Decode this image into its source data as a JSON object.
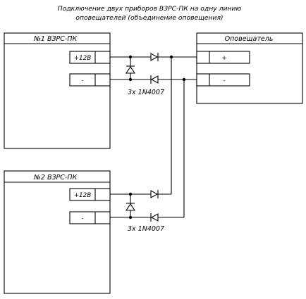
{
  "title": {
    "line1": "Подключение двух приборов ВЗРС-ПК на одну линию",
    "line2": "оповещателей (объединение оповещения)"
  },
  "device1": {
    "label": "№1 ВЗРС-ПК",
    "terminal_plus": "+12В",
    "terminal_minus": "-"
  },
  "device2": {
    "label": "№2 ВЗРС-ПК",
    "terminal_plus": "+12В",
    "terminal_minus": "-"
  },
  "annunciator": {
    "label": "Оповещатель",
    "terminal_plus": "+",
    "terminal_minus": "-"
  },
  "diodes1": {
    "note": "3х 1N4007"
  },
  "diodes2": {
    "note": "3х 1N4007"
  }
}
